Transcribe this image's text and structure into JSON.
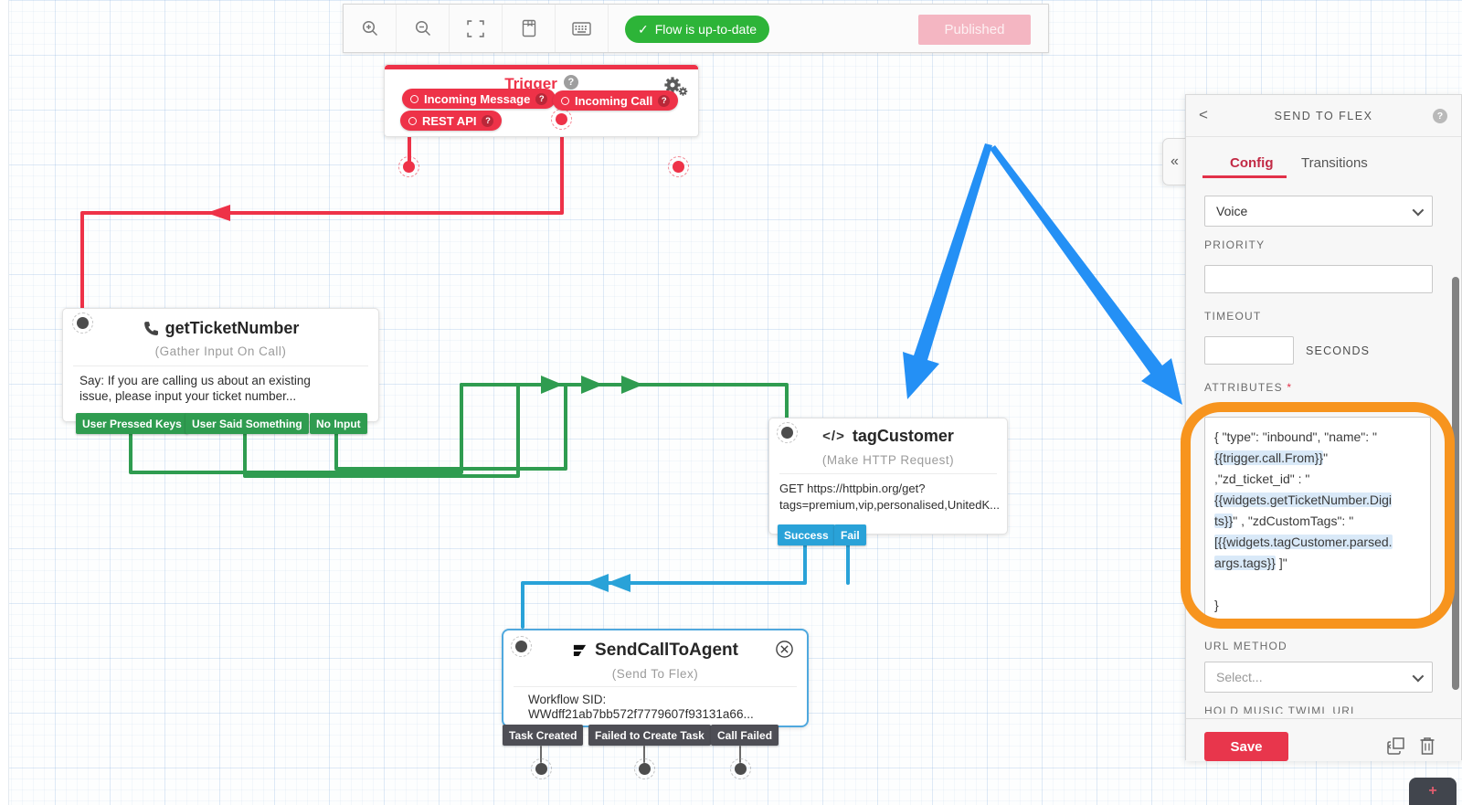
{
  "ui": {
    "check": "✓",
    "qmark": "?",
    "back": "<",
    "collapse": "«",
    "plus": "+",
    "asterisk": "*",
    "code_icon": "</>"
  },
  "toolbar": {
    "icons": [
      "zoom-in",
      "zoom-out",
      "fit-screen",
      "changelog",
      "keyboard-shortcuts"
    ],
    "status": "Flow is up-to-date",
    "published": "Published"
  },
  "trigger": {
    "title": "Trigger",
    "pills": [
      "Incoming Message",
      "Incoming Call",
      "REST API"
    ]
  },
  "widgets": {
    "getTicketNumber": {
      "name": "getTicketNumber",
      "type": "(Gather Input On Call)",
      "body": [
        "Say: If you are calling us about an existing",
        "issue, please input your ticket number..."
      ],
      "pills": [
        "User Pressed Keys",
        "User Said Something",
        "No Input"
      ]
    },
    "tagCustomer": {
      "name": "tagCustomer",
      "type": "(Make HTTP Request)",
      "body": [
        "GET https://httpbin.org/get?",
        "tags=premium,vip,personalised,UnitedK..."
      ],
      "pills": [
        "Success",
        "Fail"
      ]
    },
    "sendCallToAgent": {
      "name": "SendCallToAgent",
      "type": "(Send To Flex)",
      "body": [
        "Workflow SID:",
        "WWdff21ab7bb572f7779607f93131a66..."
      ],
      "pills": [
        "Task Created",
        "Failed to Create Task",
        "Call Failed"
      ]
    }
  },
  "sidebar": {
    "title": "SEND TO FLEX",
    "tabs": [
      "Config",
      "Transitions"
    ],
    "channel_value": "Voice",
    "priority_label": "PRIORITY",
    "priority_value": "",
    "timeout_label": "TIMEOUT",
    "timeout_value": "",
    "seconds_label": "SECONDS",
    "attributes_label": "ATTRIBUTES",
    "attributes_segments": [
      {
        "text": "{ \"type\": \"inbound\", \"name\": \"\n",
        "highlight": false
      },
      {
        "text": "{{trigger.call.From}}",
        "highlight": true
      },
      {
        "text": "\"\n,\"zd_ticket_id\" : \"\n",
        "highlight": false
      },
      {
        "text": "{{widgets.getTicketNumber.Digi\nts}}",
        "highlight": true
      },
      {
        "text": "\" , \"zdCustomTags\": \"\n",
        "highlight": false
      },
      {
        "text": "[{{widgets.tagCustomer.parsed.\nargs.tags}}",
        "highlight": true
      },
      {
        "text": " ]\"\n\n}",
        "highlight": false
      }
    ],
    "url_method_label": "URL METHOD",
    "url_method_value": "Select...",
    "hold_music_label": "HOLD MUSIC TWIML URL",
    "save_label": "Save"
  },
  "colors": {
    "red": "#ee3248",
    "green": "#2f9c50",
    "blue": "#29a2d8",
    "dark_pill": "#4e4e55",
    "badge_green": "#2db438",
    "published_pink": "#f4b6c2",
    "save_red": "#e8364c",
    "selection_blue": "#4fa8de",
    "annotation_blue": "#2490f5",
    "annotation_orange": "#f7941e",
    "highlight_blue": "#d9e9f8"
  }
}
